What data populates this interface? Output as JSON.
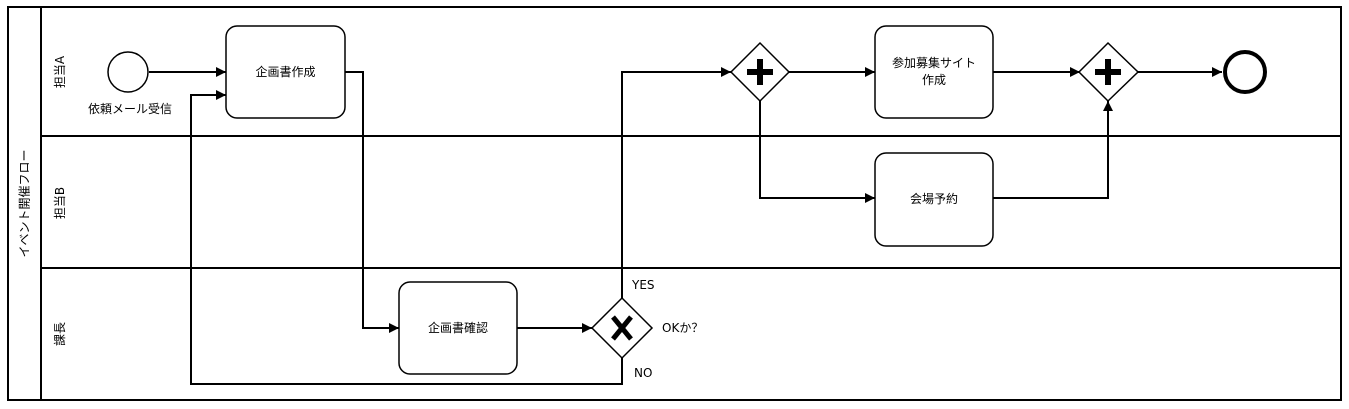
{
  "pool": {
    "title": "イベント開催フロー"
  },
  "lanes": [
    {
      "id": "lane-a",
      "label": "担当A"
    },
    {
      "id": "lane-b",
      "label": "担当B"
    },
    {
      "id": "lane-kacho",
      "label": "課長"
    }
  ],
  "events": {
    "start": {
      "label": "依頼メール受信"
    },
    "end": {
      "label": ""
    }
  },
  "tasks": {
    "plan_create": {
      "label": "企画書作成"
    },
    "plan_confirm": {
      "label": "企画書確認"
    },
    "site_create": {
      "line1": "参加募集サイト",
      "line2": "作成"
    },
    "venue_reserve": {
      "label": "会場予約"
    }
  },
  "gateways": {
    "decision": {
      "label": "OKか？",
      "yes_label": "YES",
      "no_label": "NO"
    }
  }
}
